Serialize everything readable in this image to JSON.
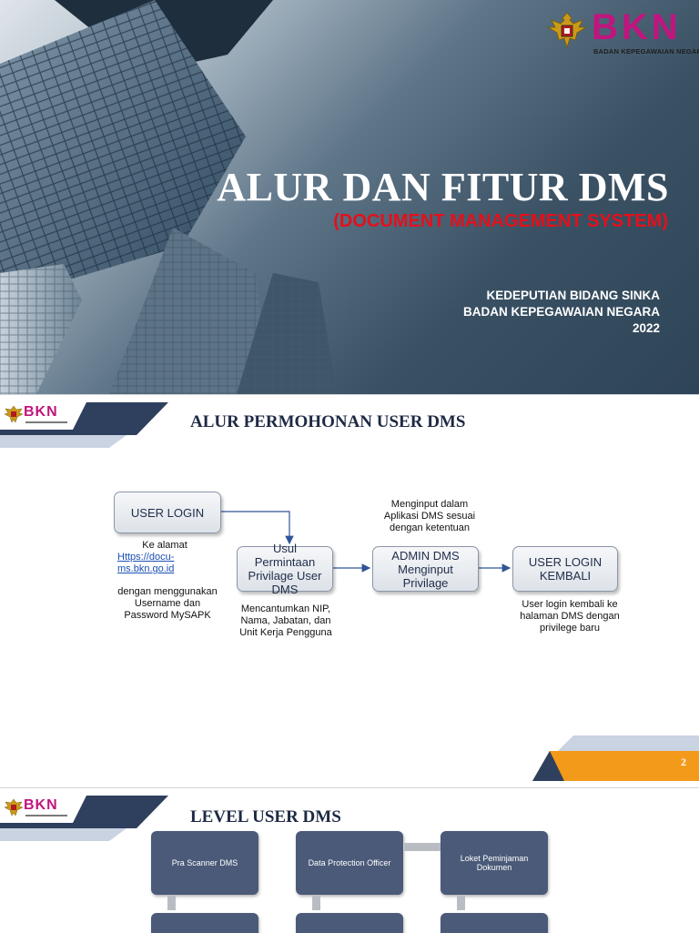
{
  "slide1": {
    "logo": {
      "text": "BKN",
      "subtitle": "BADAN KEPEGAWAIAN NEGARA",
      "emblem": "garuda-emblem"
    },
    "title": "ALUR DAN FITUR DMS",
    "subtitle": "(DOCUMENT MANAGEMENT SYSTEM)",
    "org_lines": [
      "KEDEPUTIAN BIDANG SINKA",
      "BADAN KEPEGAWAIAN NEGARA",
      "2022"
    ],
    "colors": {
      "brand": "#c0157e",
      "subtitle_red": "#e3101b"
    }
  },
  "slide2": {
    "logo": {
      "text": "BKN"
    },
    "title": "ALUR PERMOHONAN USER DMS",
    "flow": {
      "user_login": "USER LOGIN",
      "usul": "Usul Permintaan Privilage User DMS",
      "admin": "ADMIN DMS Menginput Privilage",
      "kembali": "USER LOGIN KEMBALI"
    },
    "notes": {
      "ke_alamat": "Ke alamat",
      "url": "Https://docu-ms.bkn.go.id",
      "dengan": "dengan menggunakan Username dan Password MySAPK",
      "mencantumkan": "Mencantumkan NIP, Nama, Jabatan, dan Unit Kerja Pengguna",
      "menginput": "Menginput dalam Aplikasi DMS sesuai dengan ketentuan",
      "user_login_kembali": "User login kembali ke halaman DMS dengan privilege baru"
    },
    "page_number": "2",
    "colors": {
      "accent_orange": "#f39a1b",
      "navy": "#2f3f5e"
    }
  },
  "slide3": {
    "logo": {
      "text": "BKN"
    },
    "title": "LEVEL USER DMS",
    "boxes": [
      "Pra Scanner DMS",
      "Data Protection Officer",
      "Loket Peminjaman Dokumen"
    ],
    "colors": {
      "box": "#4a5a78"
    }
  }
}
